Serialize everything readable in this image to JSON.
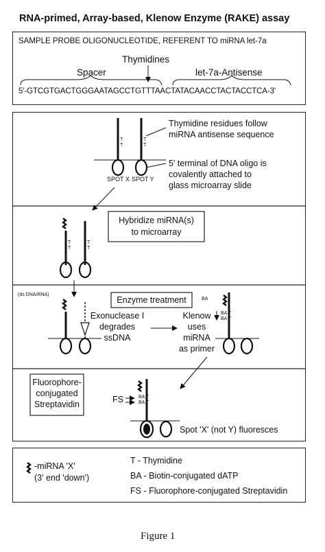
{
  "title": "RNA-primed, Array-based, Klenow Enzyme (RAKE) assay",
  "probe_box": {
    "heading": "SAMPLE PROBE OLIGONUCLEOTIDE, REFERENT TO miRNA let-7a",
    "thymidines_label": "Thymidines",
    "spacer_label": "Spacer",
    "antisense_label": "let-7a-Antisense",
    "sequence": "5'-GTCGTGACTGGGAATAGCCTGTTTAACTATACAACCTACTACCTCA-3'"
  },
  "main_box": {
    "step1": {
      "note1_line1": "Thymidine residues follow",
      "note1_line2": "miRNA antisense sequence",
      "note2_line1": "5' terminal of DNA oligo is",
      "note2_line2": "covalently attached to",
      "note2_line3": "glass microarray slide",
      "spot_x": "SPOT X",
      "spot_y": "SPOT Y",
      "t_mark": "T"
    },
    "step2": {
      "box_line1": "Hybridize miRNA(s)",
      "box_line2": "to microarray"
    },
    "step3": {
      "ds_label": "(ds DNA/RNA)",
      "box_label": "Enzyme treatment",
      "ba_label": "BA",
      "exo_line1": "Exonuclease I",
      "exo_line2": "degrades",
      "exo_line3": "ssDNA",
      "klenow_line1": "Klenow",
      "klenow_line2": "uses",
      "klenow_line3": "miRNA",
      "klenow_line4": "as primer",
      "bat": "BA T"
    },
    "step4": {
      "box_line1": "Fluorophore-",
      "box_line2": "conjugated",
      "box_line3": "Streptavidin",
      "fs_label": "FS",
      "result": "Spot 'X' (not Y) fluoresces"
    }
  },
  "legend": {
    "mirna_line1": "-miRNA 'X'",
    "mirna_line2": "(3' end 'down')",
    "t_def": "T  - Thymidine",
    "ba_def": "BA - Biotin-conjugated dATP",
    "fs_def": "FS - Fluorophore-conjugated Streptavidin"
  },
  "figure_caption": "Figure 1"
}
